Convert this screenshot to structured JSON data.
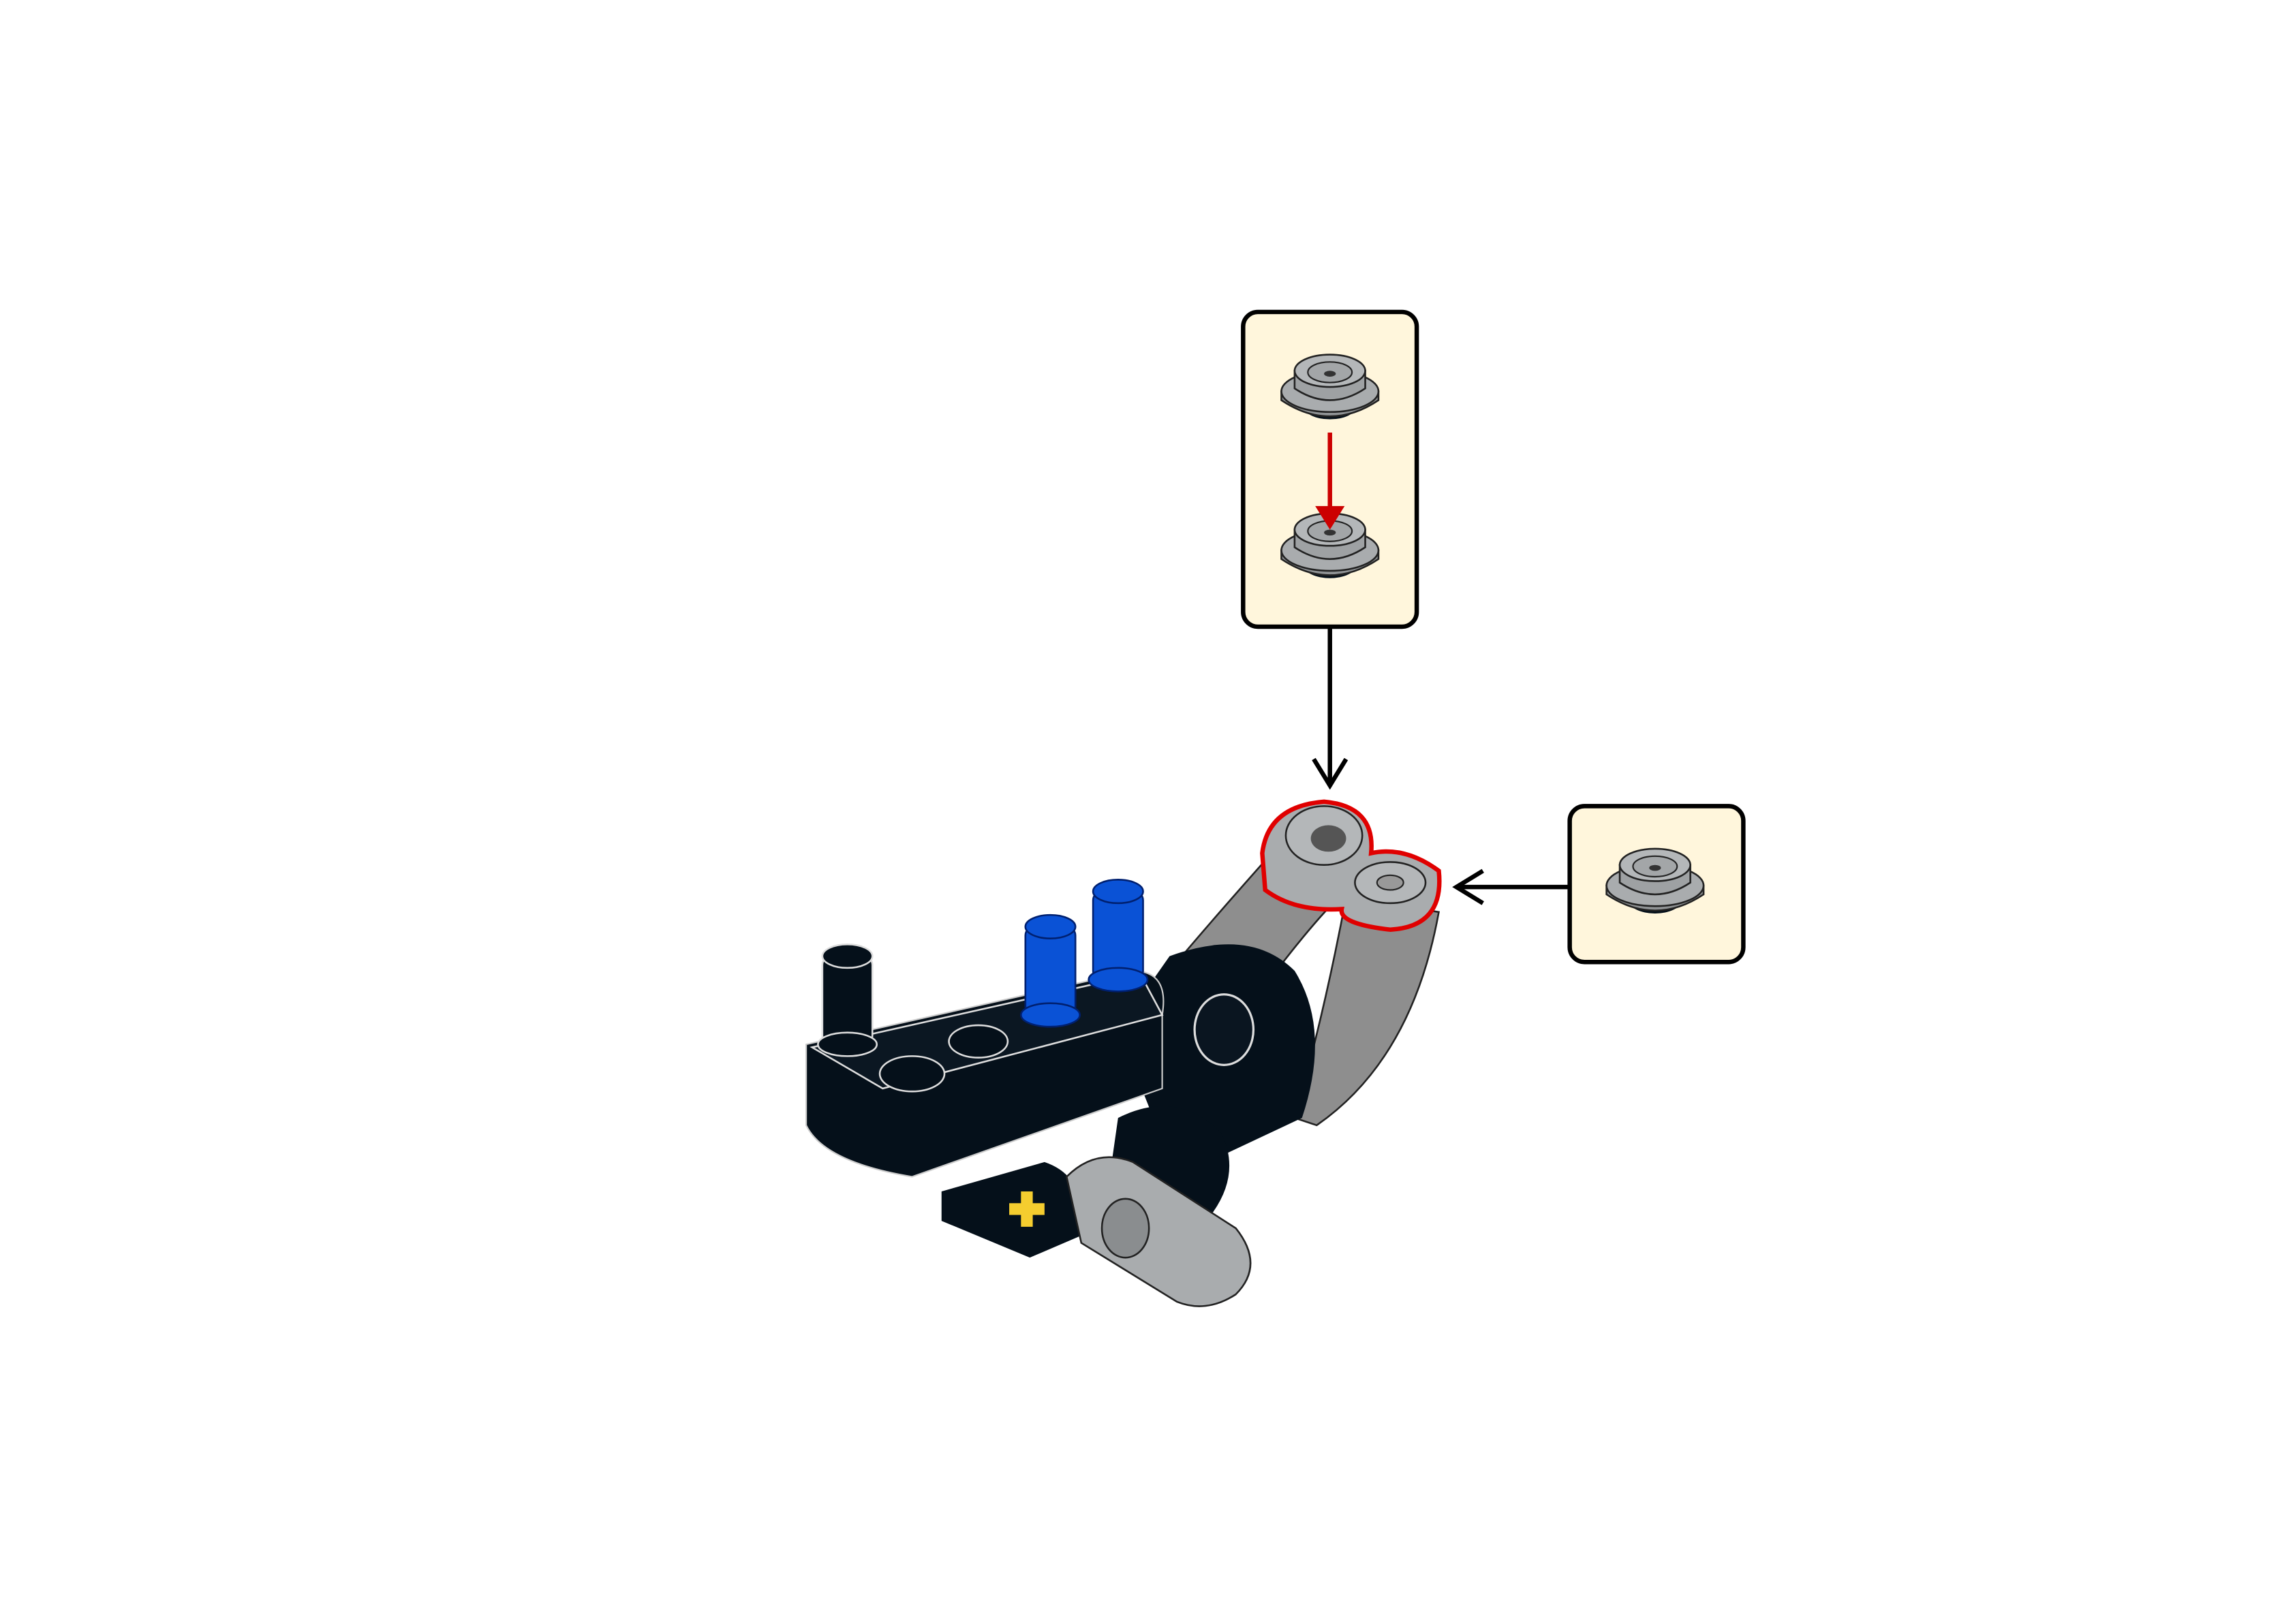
{
  "instruction_step": {
    "callouts": [
      {
        "id": "stacked-bushings",
        "parts": [
          "half-bushing",
          "half-bushing"
        ],
        "sub_step_arrow_color": "#cc0000"
      },
      {
        "id": "single-bushing",
        "parts": [
          "half-bushing"
        ]
      }
    ],
    "model_parts": [
      "black-liftarm-1x4-thick",
      "blue-pin",
      "blue-pin",
      "black-pin",
      "gray-flex-hose",
      "gray-flex-hose",
      "black-connector",
      "gray-liftarm-1x3-thin",
      "yellow-axle"
    ],
    "highlight_color": "#e00000"
  },
  "colors": {
    "background": "#ffffff",
    "callout_fill": "#fff6dc",
    "callout_border": "#000000",
    "bushing_gray": "#a9acae",
    "hose_gray": "#8e8e8e",
    "pin_blue": "#0a52d6",
    "part_black": "#05101a",
    "axle_yellow": "#f5cd2f",
    "arrow_black": "#000000",
    "arrow_red": "#cc0000"
  },
  "icons": [
    "arrow-down-icon",
    "arrow-left-icon",
    "red-sub-step-arrow-icon"
  ]
}
